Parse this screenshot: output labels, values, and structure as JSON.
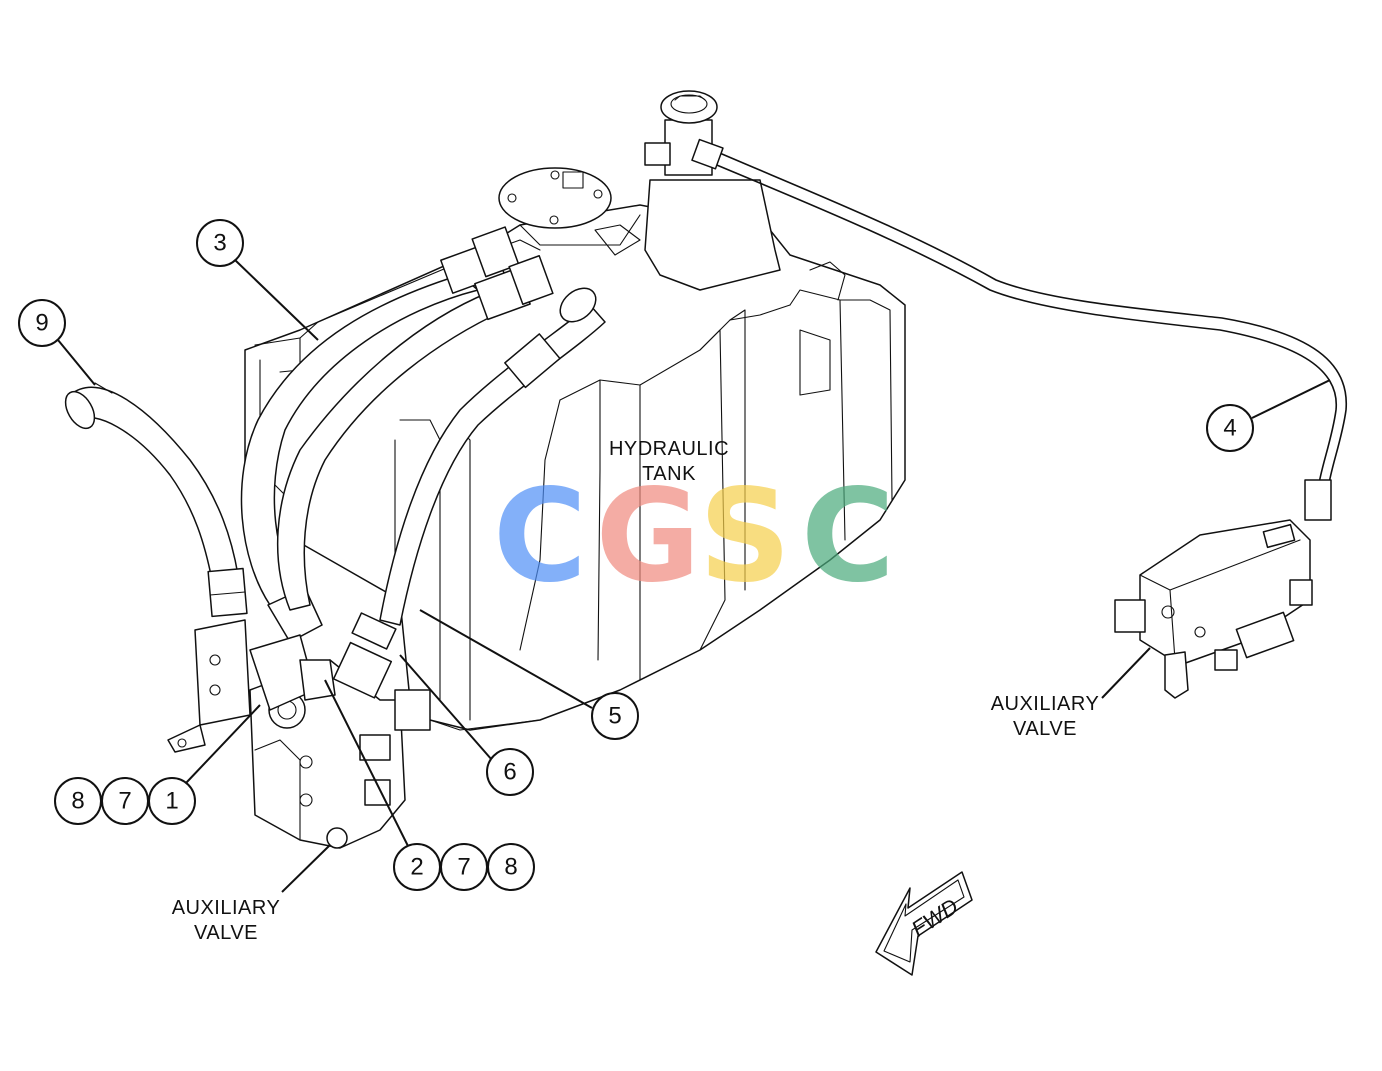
{
  "labels": {
    "tank_line1": "HYDRAULIC",
    "tank_line2": "TANK",
    "aux_right_line1": "AUXILIARY",
    "aux_right_line2": "VALVE",
    "aux_left_line1": "AUXILIARY",
    "aux_left_line2": "VALVE",
    "fwd": "FWD"
  },
  "callouts": {
    "c3": "3",
    "c9": "9",
    "c4": "4",
    "c5": "5",
    "c6": "6",
    "c8a": "8",
    "c7a": "7",
    "c1": "1",
    "c2": "2",
    "c7b": "7",
    "c8b": "8"
  },
  "watermark": {
    "letters": [
      "C",
      "G",
      "S",
      "C"
    ],
    "colors": [
      "#4f8ff7",
      "#f08a7e",
      "#f6cf4b",
      "#4aaa7c"
    ]
  }
}
